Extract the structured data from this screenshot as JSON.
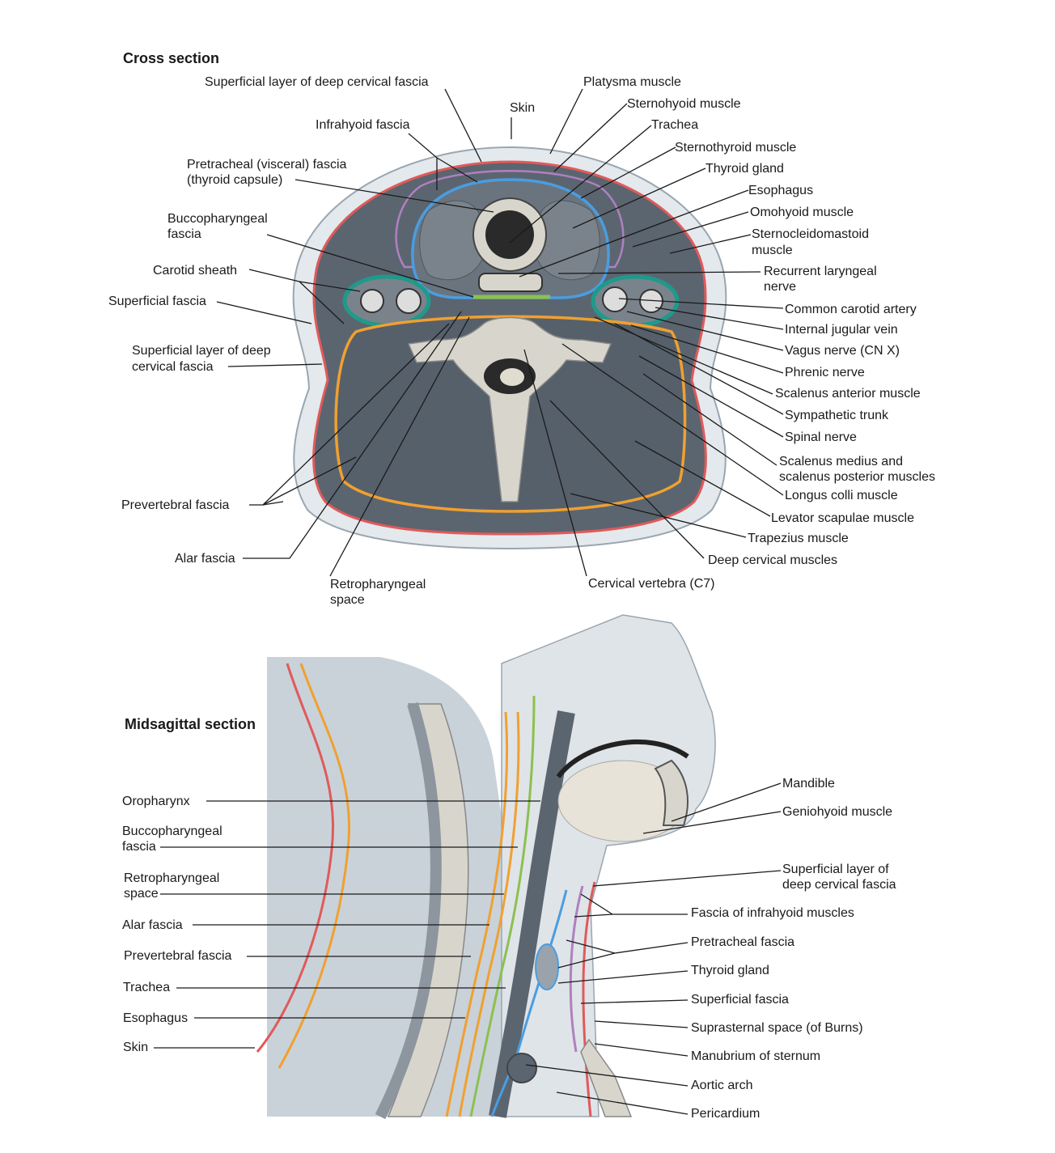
{
  "colors": {
    "superficial_layer": "#e05a5a",
    "pretracheal": "#4a9de0",
    "prevertebral": "#f0a030",
    "buccopharyngeal": "#8cc050",
    "carotid_sheath": "#1f9a8a",
    "infrahyoid": "#b080c0",
    "muscle": "#56606b",
    "bone": "#d8d6cc",
    "skin": "#c9d2d9"
  },
  "cross": {
    "title": "Cross section",
    "labels": {
      "superficial_layer_top": "Superficial layer of deep cervical fascia",
      "platysma": "Platysma muscle",
      "skin": "Skin",
      "sternohyoid": "Sternohyoid muscle",
      "infrahyoid_fascia": "Infrahyoid fascia",
      "trachea": "Trachea",
      "sternothyroid": "Sternothyroid muscle",
      "pretracheal_1": "Pretracheal (visceral) fascia",
      "pretracheal_2": "(thyroid capsule)",
      "thyroid": "Thyroid gland",
      "esophagus": "Esophagus",
      "buccopharyngeal_1": "Buccopharyngeal",
      "buccopharyngeal_2": "fascia",
      "omohyoid": "Omohyoid muscle",
      "scm_1": "Sternocleidomastoid",
      "scm_2": "muscle",
      "carotid_sheath": "Carotid sheath",
      "recurrent_1": "Recurrent laryngeal",
      "recurrent_2": "nerve",
      "superficial_fascia": "Superficial fascia",
      "common_carotid": "Common carotid artery",
      "internal_jugular": "Internal jugular vein",
      "superficial_layer_left_1": "Superficial layer of deep",
      "superficial_layer_left_2": "cervical fascia",
      "vagus": "Vagus nerve (CN X)",
      "phrenic": "Phrenic nerve",
      "scalenus_anterior": "Scalenus anterior muscle",
      "sympathetic": "Sympathetic trunk",
      "spinal_nerve": "Spinal nerve",
      "scalenus_medius_1": "Scalenus medius and",
      "scalenus_medius_2": "scalenus posterior muscles",
      "prevertebral": "Prevertebral fascia",
      "longus_colli": "Longus colli muscle",
      "levator": "Levator scapulae muscle",
      "trapezius": "Trapezius muscle",
      "alar": "Alar fascia",
      "deep_cervical": "Deep cervical muscles",
      "retropharyngeal_1": "Retropharyngeal",
      "retropharyngeal_2": "space",
      "c7": "Cervical vertebra (C7)"
    }
  },
  "sagittal": {
    "title": "Midsagittal section",
    "labels": {
      "oropharynx": "Oropharynx",
      "buccopharyngeal_1": "Buccopharyngeal",
      "buccopharyngeal_2": "fascia",
      "retropharyngeal_1": "Retropharyngeal",
      "retropharyngeal_2": "space",
      "alar": "Alar fascia",
      "prevertebral": "Prevertebral fascia",
      "trachea": "Trachea",
      "esophagus": "Esophagus",
      "skin": "Skin",
      "mandible": "Mandible",
      "geniohyoid": "Geniohyoid muscle",
      "superficial_layer_1": "Superficial layer of",
      "superficial_layer_2": "deep cervical fascia",
      "infrahyoid_fascia": "Fascia of infrahyoid muscles",
      "pretracheal": "Pretracheal fascia",
      "thyroid": "Thyroid gland",
      "superficial_fascia": "Superficial fascia",
      "suprasternal": "Suprasternal space (of Burns)",
      "manubrium": "Manubrium of sternum",
      "aortic_arch": "Aortic arch",
      "pericardium": "Pericardium"
    }
  }
}
